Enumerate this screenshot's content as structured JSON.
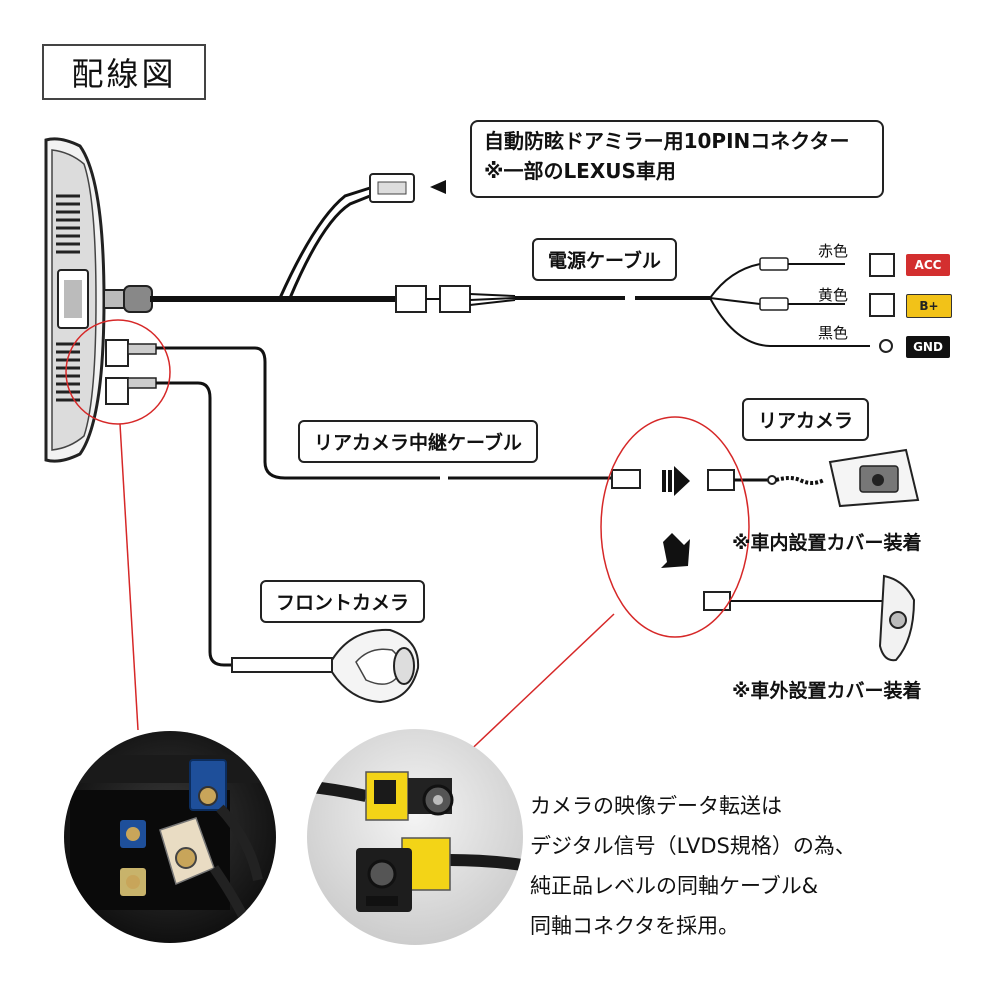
{
  "title": "配線図",
  "mirror_connector": {
    "line1": "自動防眩ドアミラー用10PINコネクター",
    "line2": "※一部のLEXUS車用"
  },
  "power_cable": {
    "label": "電源ケーブル",
    "wires": [
      {
        "color_name": "赤色",
        "terminal": "ACC",
        "tag_bg": "#d32f2f",
        "tag_fg": "#ffffff"
      },
      {
        "color_name": "黄色",
        "terminal": "B+",
        "tag_bg": "#f2c218",
        "tag_fg": "#222222"
      },
      {
        "color_name": "黒色",
        "terminal": "GND",
        "tag_bg": "#111111",
        "tag_fg": "#ffffff"
      }
    ]
  },
  "rear_relay_cable": {
    "label": "リアカメラ中継ケーブル"
  },
  "rear_camera": {
    "label": "リアカメラ",
    "inside_note": "※車内設置カバー装着",
    "outside_note": "※車外設置カバー装着"
  },
  "front_camera": {
    "label": "フロントカメラ"
  },
  "description": [
    "カメラの映像データ転送は",
    "デジタル信号（LVDS規格）の為、",
    "純正品レベルの同軸ケーブル&",
    "同軸コネクタを採用。"
  ],
  "colors": {
    "highlight_circle": "#d62828",
    "connector_blue": "#1e4f9a",
    "connector_beige": "#e9dcc3",
    "connector_yellow": "#f3d417"
  }
}
